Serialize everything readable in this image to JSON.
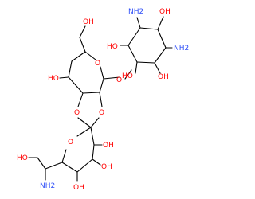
{
  "molecule": {
    "colors": {
      "bond": "#000000",
      "oxygen": "#ff0000",
      "nitrogen": "#3050f8",
      "background": "#ffffff"
    },
    "labels": {
      "nh2_top": "NH2",
      "nh2_right": "NH2",
      "oh_cyc_top": "OH",
      "oh_cyc_left_upper": "HO",
      "oh_cyc_left_lower": "HO",
      "oh_cyc_bottom": "OH",
      "o_glycosidic": "O",
      "oh_ch2oh": "OH",
      "o_ring_upper": "O",
      "ho_c4": "HO",
      "o_dioxolane_left": "O",
      "o_dioxolane_right": "O",
      "o_ring_lower": "O",
      "oh_lower_1": "OH",
      "oh_lower_2": "OH",
      "oh_lower_3": "OH",
      "oh_sidechain": "HO",
      "nh2_sidechain": "NH2"
    }
  }
}
